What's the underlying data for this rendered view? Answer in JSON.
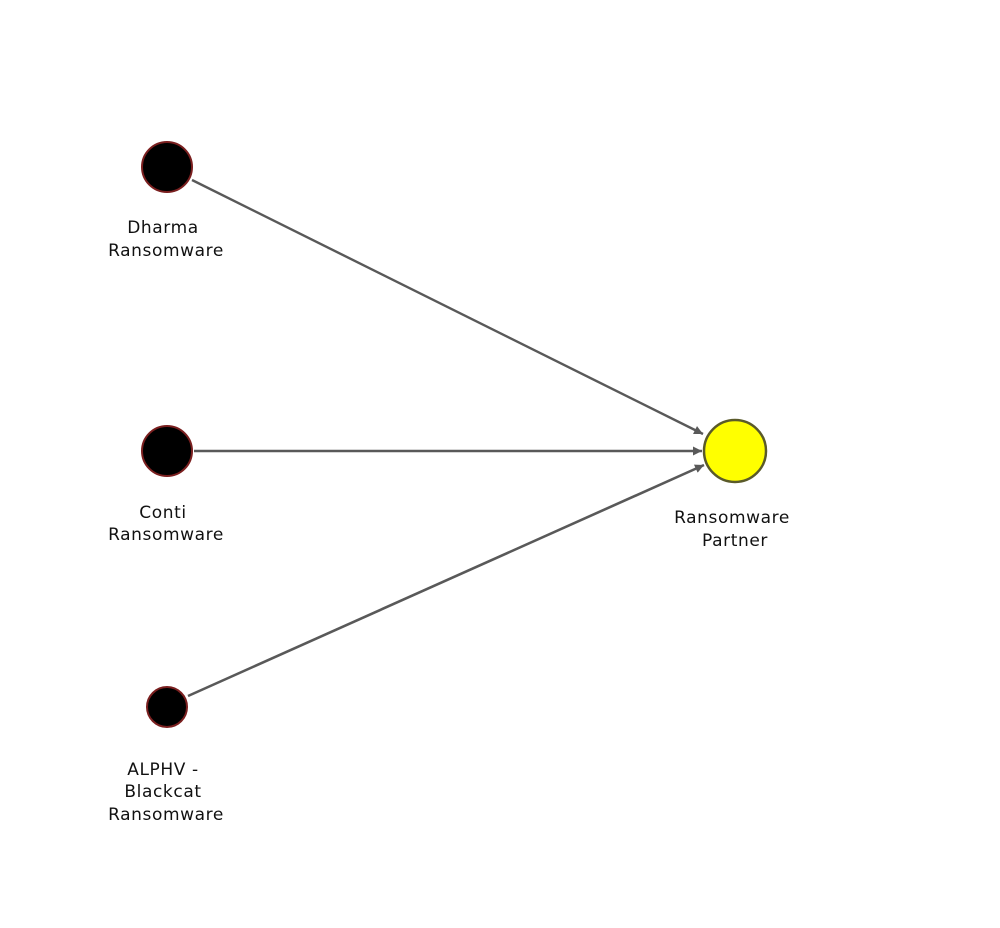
{
  "diagram": {
    "nodes": [
      {
        "id": "dharma",
        "label_lines": [
          "Dharma",
          "Ransomware"
        ],
        "fill": "#000000",
        "stroke": "#7a1f1f"
      },
      {
        "id": "conti",
        "label_lines": [
          "Conti",
          "Ransomware"
        ],
        "fill": "#000000",
        "stroke": "#7a1f1f"
      },
      {
        "id": "alphv",
        "label_lines": [
          "ALPHV -",
          "Blackcat",
          "Ransomware"
        ],
        "fill": "#000000",
        "stroke": "#7a1f1f"
      },
      {
        "id": "partner",
        "label_lines": [
          "Ransomware",
          "Partner"
        ],
        "fill": "#ffff00",
        "stroke": "#5a5a2a"
      }
    ],
    "edges": [
      {
        "from": "dharma",
        "to": "partner"
      },
      {
        "from": "conti",
        "to": "partner"
      },
      {
        "from": "alphv",
        "to": "partner"
      }
    ],
    "edge_color": "#595959"
  }
}
